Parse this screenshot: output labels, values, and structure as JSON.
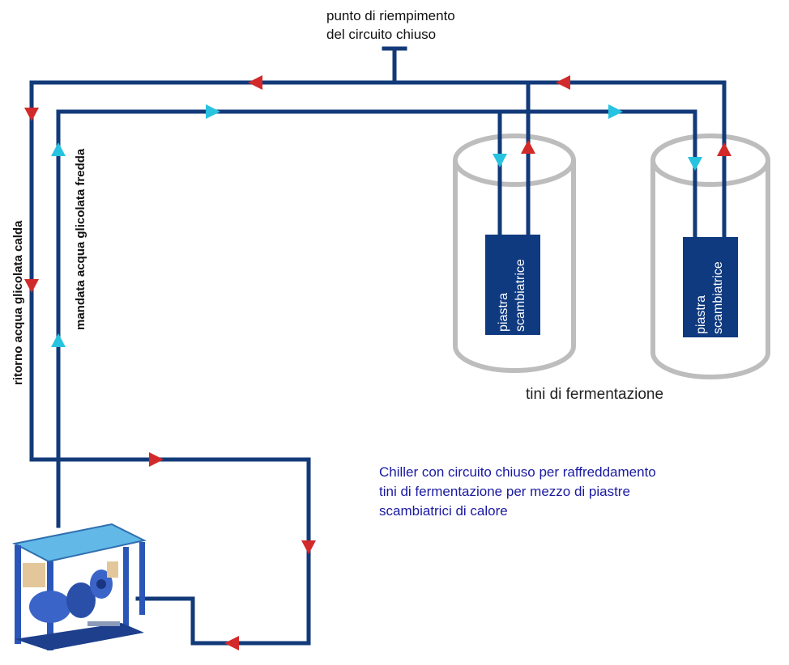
{
  "labels": {
    "filling_point_line1": "punto di riempimento",
    "filling_point_line2": "del circuito chiuso",
    "return_line": "ritorno acqua glicolata calda",
    "supply_line": "mandata acqua glicolata fredda",
    "tanks_caption": "tini di fermentazione",
    "description_line1": "Chiller con circuito chiuso per raffreddamento",
    "description_line2": "tini di fermentazione per mezzo di piastre",
    "description_line3": "scambiatrici di calore"
  },
  "tanks": [
    {
      "plate_line1": "piastra",
      "plate_line2": "scambiatrice"
    },
    {
      "plate_line1": "piastra",
      "plate_line2": "scambiatrice"
    }
  ],
  "colors": {
    "pipe": "#123a78",
    "hot_arrow": "#d22a2a",
    "cold_arrow": "#27c3e0",
    "tank_outline": "#bdbdbd",
    "plate": "#0f3a80",
    "description_text": "#1a1aa0"
  }
}
